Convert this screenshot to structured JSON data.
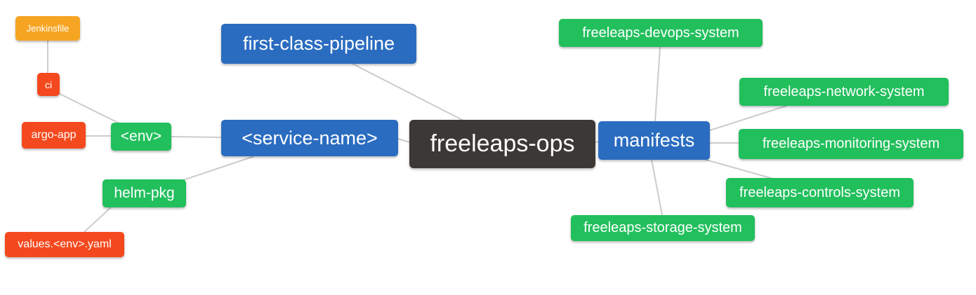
{
  "diagram": {
    "type": "mind-map",
    "background": "#ffffff",
    "edge_color": "#cccccc",
    "palette": {
      "root": "#3b3835",
      "branch": "#2a6cc0",
      "leaf_green": "#22bf5d",
      "leaf_red": "#f4491e",
      "leaf_orange": "#f6a523",
      "text": "#ffffff"
    },
    "nodes": {
      "freeleaps_ops": {
        "label": "freeleaps-ops",
        "color": "#3b3835"
      },
      "first_class_pipeline": {
        "label": "first-class-pipeline",
        "color": "#2a6cc0"
      },
      "service_name": {
        "label": "<service-name>",
        "color": "#2a6cc0"
      },
      "manifests": {
        "label": "manifests",
        "color": "#2a6cc0"
      },
      "env": {
        "label": "<env>",
        "color": "#22bf5d"
      },
      "helm_pkg": {
        "label": "helm-pkg",
        "color": "#22bf5d"
      },
      "ci": {
        "label": "ci",
        "color": "#f4491e"
      },
      "argo_app": {
        "label": "argo-app",
        "color": "#f4491e"
      },
      "jenkinsfile": {
        "label": "Jenkinsfile",
        "color": "#f6a523"
      },
      "values_env_yaml": {
        "label": "values.<env>.yaml",
        "color": "#f4491e"
      },
      "freeleaps_devops": {
        "label": "freeleaps-devops-system",
        "color": "#22bf5d"
      },
      "freeleaps_network": {
        "label": "freeleaps-network-system",
        "color": "#22bf5d"
      },
      "freeleaps_monitoring": {
        "label": "freeleaps-monitoring-system",
        "color": "#22bf5d"
      },
      "freeleaps_controls": {
        "label": "freeleaps-controls-system",
        "color": "#22bf5d"
      },
      "freeleaps_storage": {
        "label": "freeleaps-storage-system",
        "color": "#22bf5d"
      }
    },
    "edges": [
      {
        "from": "jenkinsfile",
        "to": "ci"
      },
      {
        "from": "ci",
        "to": "env"
      },
      {
        "from": "argo_app",
        "to": "env"
      },
      {
        "from": "env",
        "to": "service_name"
      },
      {
        "from": "helm_pkg",
        "to": "service_name"
      },
      {
        "from": "values_env_yaml",
        "to": "helm_pkg"
      },
      {
        "from": "first_class_pipeline",
        "to": "freeleaps_ops"
      },
      {
        "from": "service_name",
        "to": "freeleaps_ops"
      },
      {
        "from": "freeleaps_ops",
        "to": "manifests"
      },
      {
        "from": "manifests",
        "to": "freeleaps_devops"
      },
      {
        "from": "manifests",
        "to": "freeleaps_network"
      },
      {
        "from": "manifests",
        "to": "freeleaps_monitoring"
      },
      {
        "from": "manifests",
        "to": "freeleaps_controls"
      },
      {
        "from": "manifests",
        "to": "freeleaps_storage"
      }
    ]
  }
}
